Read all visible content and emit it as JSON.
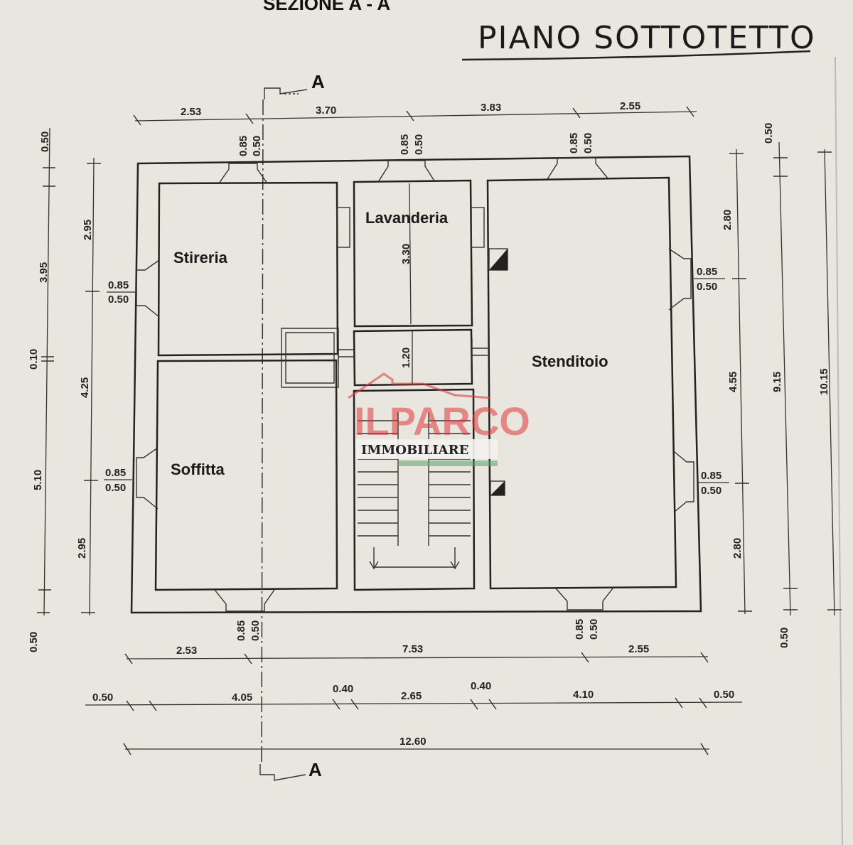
{
  "titles": {
    "section_top": "SEZIONE A - A",
    "floor_name": "PIANO SOTTOTETTO",
    "section_marker_top": "A",
    "section_marker_bottom": "A"
  },
  "rooms": {
    "stireria": "Stireria",
    "lavanderia": "Lavanderia",
    "stenditoio": "Stenditoio",
    "soffitta": "Soffitta"
  },
  "dims": {
    "top_1": "2.53",
    "top_2": "3.70",
    "top_3": "3.83",
    "top_4": "2.55",
    "win_top_1a": "0.85",
    "win_top_1b": "0.50",
    "win_top_2a": "0.85",
    "win_top_2b": "0.50",
    "win_top_3a": "0.85",
    "win_top_3b": "0.50",
    "left_outer_1": "0.50",
    "left_outer_2": "3.95",
    "left_outer_3": "0.10",
    "left_outer_4": "5.10",
    "left_outer_5": "0.50",
    "left_inner_1": "2.95",
    "left_inner_2": "4.25",
    "left_inner_3": "2.95",
    "win_left_1a": "0.85",
    "win_left_1b": "0.50",
    "win_left_2a": "0.85",
    "win_left_2b": "0.50",
    "lav_height": "3.30",
    "corr_height": "1.20",
    "right_inner_1": "2.80",
    "right_inner_2": "4.55",
    "right_inner_3": "2.80",
    "right_mid": "9.15",
    "right_outer": "10.15",
    "right_top_small": "0.50",
    "right_bottom_small": "0.50",
    "win_right_1a": "0.85",
    "win_right_1b": "0.50",
    "win_right_2a": "0.85",
    "win_right_2b": "0.50",
    "win_bot_1a": "0.85",
    "win_bot_1b": "0.50",
    "win_bot_2a": "0.85",
    "win_bot_2b": "0.50",
    "bot_row1_1": "2.53",
    "bot_row1_2": "7.53",
    "bot_row1_3": "2.55",
    "bot_row2_1": "0.50",
    "bot_row2_2": "4.05",
    "bot_row2_3": "0.40",
    "bot_row2_4": "2.65",
    "bot_row2_5": "0.40",
    "bot_row2_6": "4.10",
    "bot_row2_7": "0.50",
    "bot_total": "12.60"
  },
  "watermark": {
    "brand": "ILPARCO",
    "subtitle": "IMMOBILIARE",
    "brand_color": "#e03a3a"
  }
}
